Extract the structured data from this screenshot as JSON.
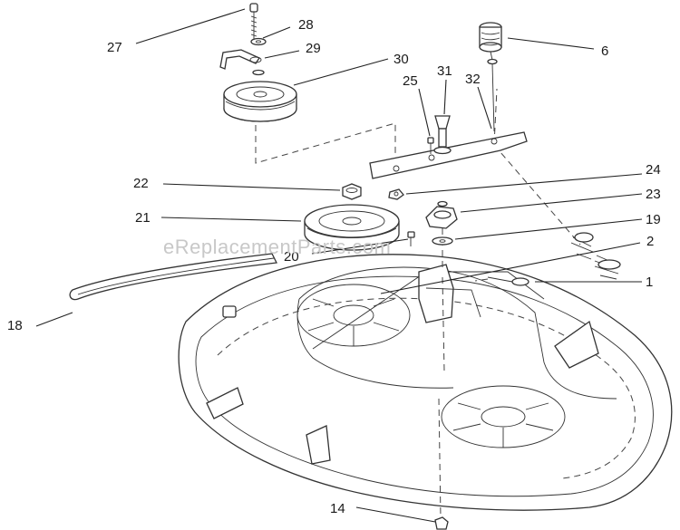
{
  "watermark": "eReplacementParts.com",
  "callouts": {
    "c27": "27",
    "c28": "28",
    "c29": "29",
    "c30": "30",
    "c6": "6",
    "c25": "25",
    "c31": "31",
    "c32": "32",
    "c22": "22",
    "c24": "24",
    "c23": "23",
    "c21": "21",
    "c19": "19",
    "c20": "20",
    "c2": "2",
    "c1": "1",
    "c18": "18",
    "c14": "14"
  }
}
